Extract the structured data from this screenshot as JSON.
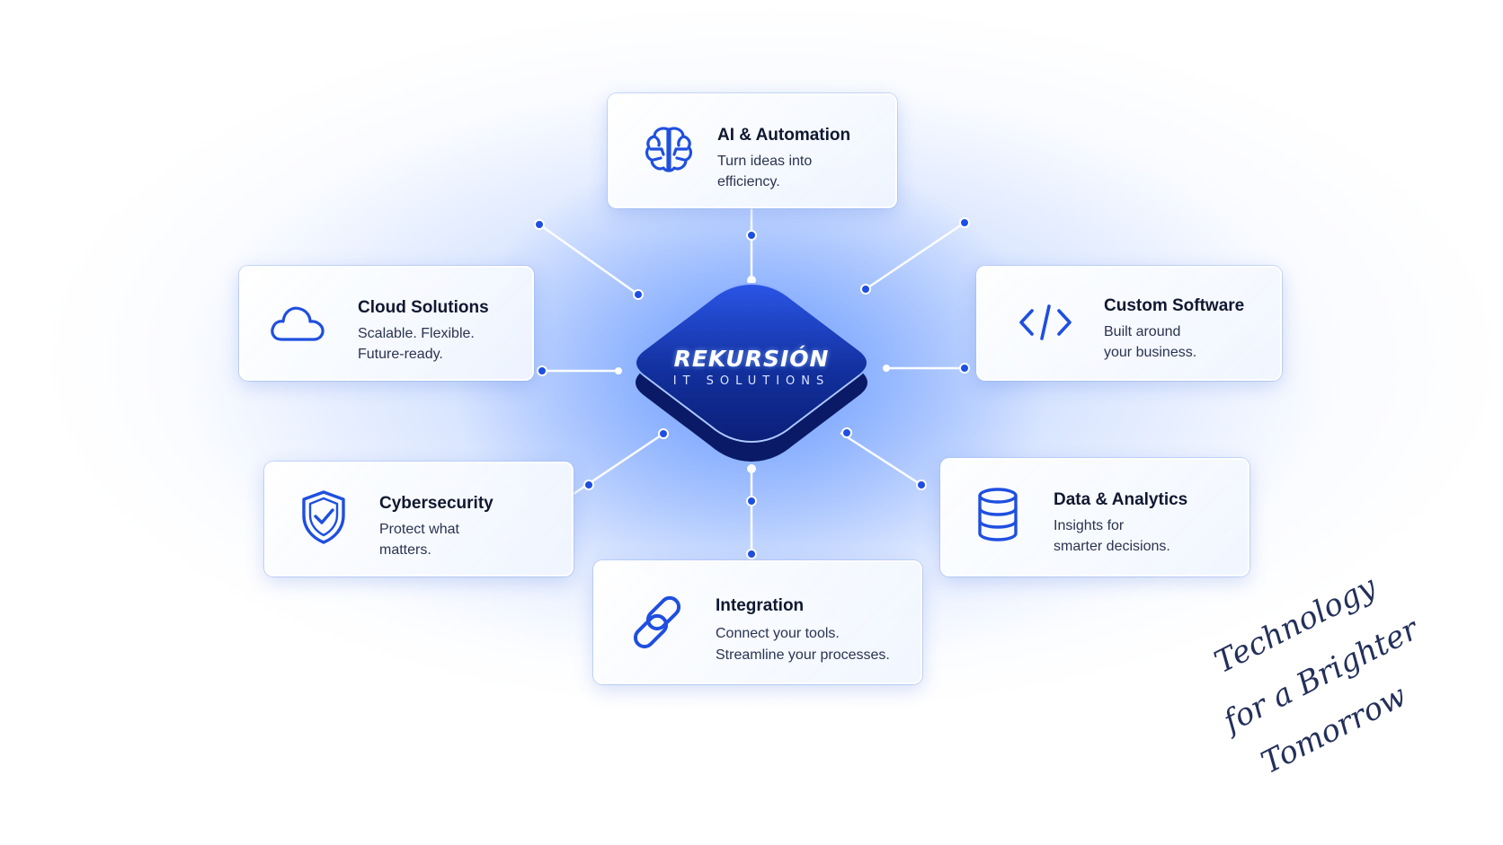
{
  "hub": {
    "brand": "REKURSIÓN",
    "tagline": "IT SOLUTIONS"
  },
  "services": [
    {
      "title": "AI & Automation",
      "line1": "Turn ideas into",
      "line2": "efficiency.",
      "icon": "brain-icon"
    },
    {
      "title": "Cloud Solutions",
      "line1": "Scalable. Flexible.",
      "line2": "Future-ready.",
      "icon": "cloud-icon"
    },
    {
      "title": "Custom Software",
      "line1": "Built around",
      "line2": "your business.",
      "icon": "code-icon"
    },
    {
      "title": "Cybersecurity",
      "line1": "Protect what",
      "line2": "matters.",
      "icon": "shield-check-icon"
    },
    {
      "title": "Data & Analytics",
      "line1": "Insights for",
      "line2": "smarter decisions.",
      "icon": "database-icon"
    },
    {
      "title": "Integration",
      "line1": "Connect your tools.",
      "line2": "Streamline your processes.",
      "icon": "link-icon"
    }
  ],
  "signature": {
    "line1": "Technology",
    "line2": "for a Brighter",
    "line3": "Tomorrow"
  },
  "colors": {
    "accent": "#1f4fe0",
    "hub": "#0f2a9c",
    "text": "#101830",
    "script": "#23305a"
  }
}
